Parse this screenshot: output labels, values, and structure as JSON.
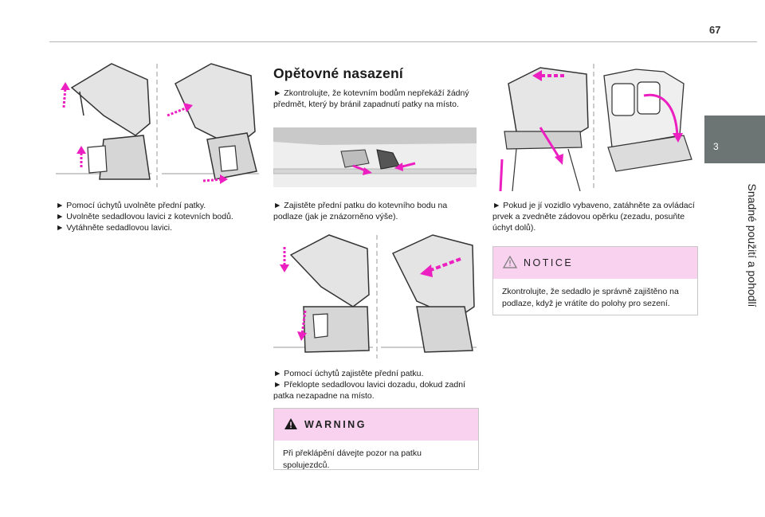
{
  "page": {
    "number": "67"
  },
  "side_tab": {
    "number": "3",
    "title": "Snadné použití a pohodlí"
  },
  "left_column": {
    "steps": [
      "► Pomocí úchytů uvolněte přední patky.",
      "► Uvolněte sedadlovou lavici z kotevních bodů.",
      "► Vytáhněte sedadlovou lavici."
    ]
  },
  "middle_column": {
    "title": "Opětovné nasazení",
    "intro": "► Zkontrolujte, že kotevním bodům nepřekáží žádný předmět, který by bránil zapadnutí patky na místo.",
    "step_lock": "► Zajistěte přední patku do kotevního bodu na podlaze (jak je znázorněno výše).",
    "steps": [
      "► Pomocí úchytů zajistěte přední patku.",
      "► Překlopte sedadlovou lavici dozadu, dokud zadní patka nezapadne na místo."
    ],
    "warning": {
      "title": "WARNING",
      "text": "Při překlápění dávejte pozor na patku spolujezdců."
    }
  },
  "right_column": {
    "step": "► Pokud je jí vozidlo vybaveno, zatáhněte za ovládací prvek a zvedněte zádovou opěrku (zezadu, posuňte úchyt dolů).",
    "notice": {
      "title": "NOTICE",
      "text": "Zkontrolujte, že sedadlo je správně zajištěno na podlaze, když je vrátíte do polohy pro sezení."
    }
  },
  "colors": {
    "accent_pink": "#ec1fc0",
    "box_header": "#f8d2ef",
    "side_tab": "#6d7474"
  }
}
